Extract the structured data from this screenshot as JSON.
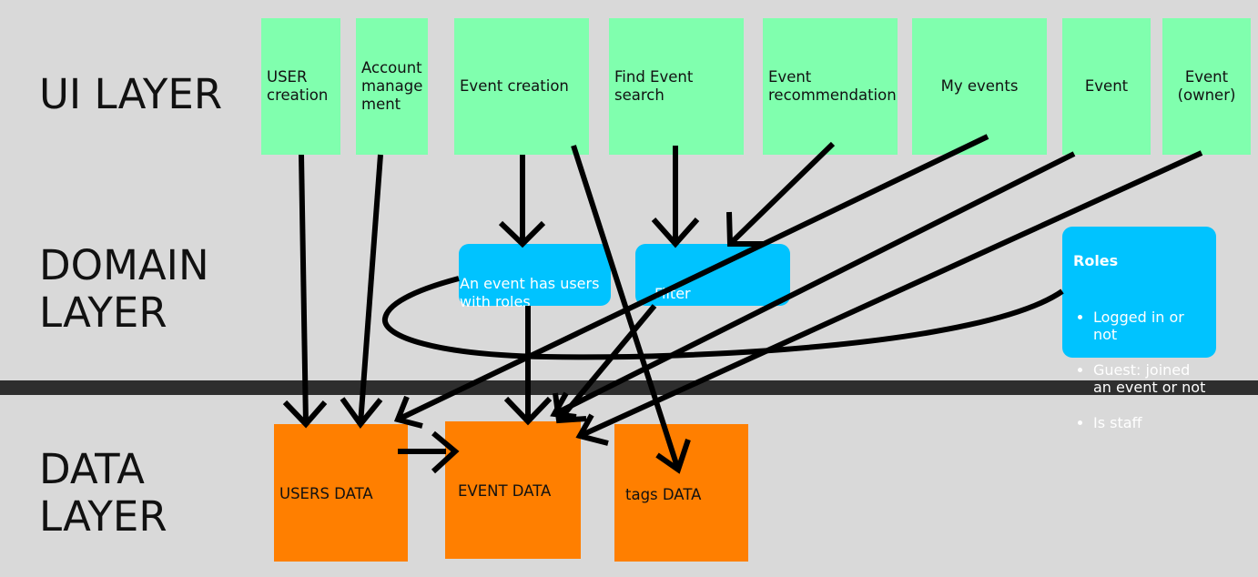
{
  "layers": {
    "ui": "UI LAYER",
    "domain": "DOMAIN\nLAYER",
    "data": "DATA\nLAYER"
  },
  "ui_boxes": [
    "USER\ncreation",
    "Account\nmanage\nment",
    "Event creation",
    "Find Event\nsearch",
    "Event\nrecommendation",
    "My events",
    "Event",
    "Event\n(owner)"
  ],
  "domain": {
    "users_roles": "An event has users\nwith roles",
    "filter": "Filter",
    "roles": {
      "title": "Roles",
      "items": [
        "Logged in or\nnot",
        "Guest: joined\nan event or not",
        "Is staff"
      ]
    }
  },
  "data_boxes": {
    "users": "USERS DATA",
    "event": "EVENT DATA",
    "tags": "tags DATA"
  },
  "colors": {
    "ui_box": "#80ffae",
    "domain_box": "#00c3ff",
    "data_box": "#ff7f00",
    "divider": "#2e2e2e",
    "background": "#d9d9d9"
  }
}
